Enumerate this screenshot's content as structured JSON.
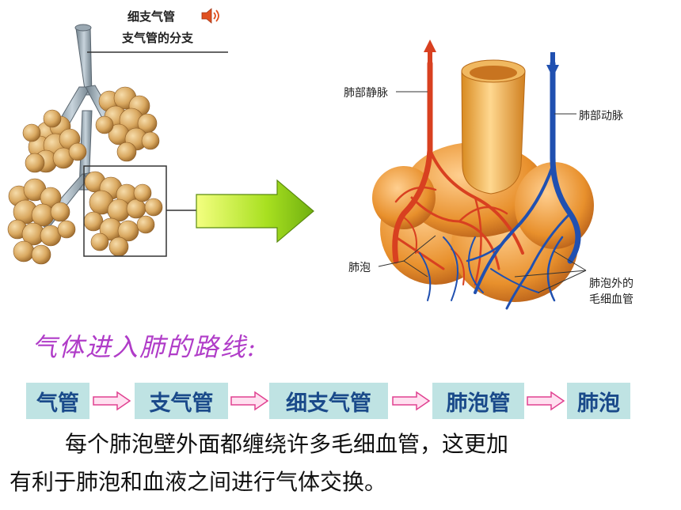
{
  "left_figure": {
    "label_main": "细支气管",
    "label_sub": "支气管的分支",
    "icon": "speaker-icon"
  },
  "right_figure": {
    "label_vein": "肺部静脉",
    "label_artery": "肺部动脉",
    "label_alveoli": "肺泡",
    "label_capillary_1": "肺泡外的",
    "label_capillary_2": "毛细血管"
  },
  "route": {
    "title": "气体进入肺的路线:",
    "steps": [
      "气管",
      "支气管",
      "细支气管",
      "肺泡管",
      "肺泡"
    ]
  },
  "paragraph": {
    "line1": "每个肺泡壁外面都缠绕许多毛细血管，这更加",
    "line2": "有利于肺泡和血液之间进行气体交换。"
  },
  "colors": {
    "arrow_green": "#a8e020",
    "box_bg": "#bfe3e3",
    "box_text": "#1a4a8a",
    "title_purple": "#b03cc8",
    "vein_red": "#d84020",
    "artery_blue": "#2050b0",
    "alveoli_tan": "#d9a860"
  }
}
